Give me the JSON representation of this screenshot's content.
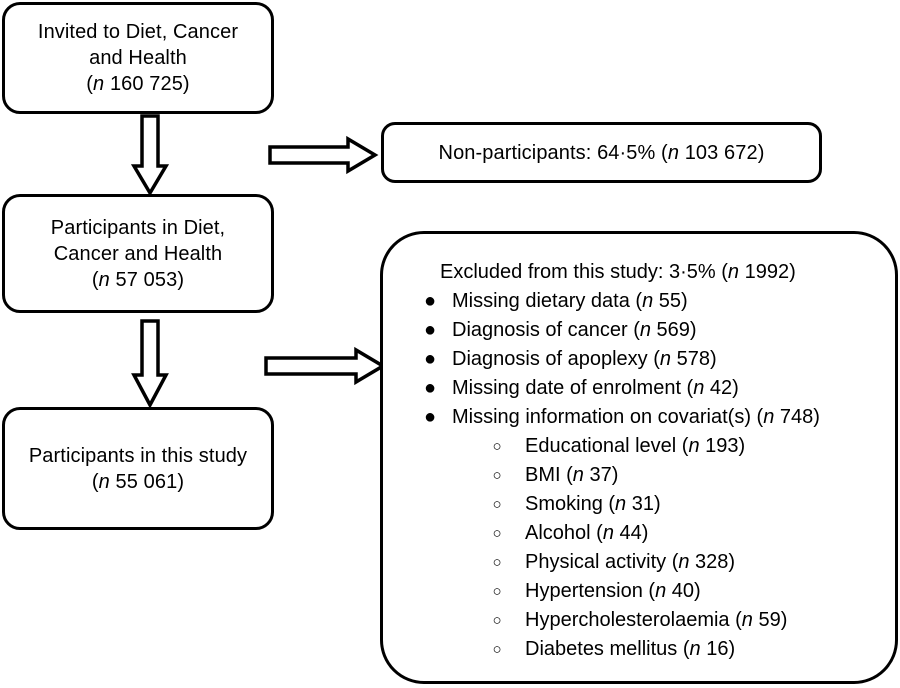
{
  "diagram": {
    "title": "Participant flow diagram: Diet, Cancer and Health cohort",
    "type": "flowchart",
    "stroke_color": "#000000",
    "background_color": "#ffffff"
  },
  "nodes": {
    "invited": {
      "label": "Invited to Diet, Cancer\nand Health\n(n 160 725)",
      "line1": "Invited to Diet, Cancer",
      "line2": "and Health",
      "count_prefix": "(",
      "count_symbol": "n",
      "count_value": " 160 725)"
    },
    "participants_dch": {
      "label": "Participants in Diet,\nCancer and Health\n(n 57 053)",
      "line1": "Participants in Diet,",
      "line2": "Cancer and Health",
      "count_prefix": "(",
      "count_symbol": "n",
      "count_value": " 57 053)"
    },
    "participants_study": {
      "label": "Participants in this study\n(n 55 061)",
      "line1": "Participants in this study",
      "count_prefix": "(",
      "count_symbol": "n",
      "count_value": " 55 061)"
    },
    "nonparticipants": {
      "label": "Non-participants: 64·5% (n 103 672)",
      "prefix": "Non-participants: 64·5% (",
      "count_symbol": "n",
      "count_value": " 103 672)",
      "percent": "64·5%",
      "n": "103 672"
    },
    "excluded": {
      "header_prefix": "Excluded from this study: 3·5% (",
      "header_symbol": "n",
      "header_value": " 1992)",
      "header_full": "Excluded from this study: 3·5% (n 1992)",
      "percent": "3·5%",
      "n": "1992",
      "bullet_glyph": "●",
      "sub_bullet_glyph": "○",
      "items": [
        {
          "prefix": "Missing dietary data (",
          "symbol": "n",
          "value": " 55)",
          "n": "55",
          "full": "Missing dietary data (n 55)"
        },
        {
          "prefix": "Diagnosis of cancer (",
          "symbol": "n",
          "value": " 569)",
          "n": "569",
          "full": "Diagnosis of cancer (n 569)"
        },
        {
          "prefix": "Diagnosis of apoplexy (",
          "symbol": "n",
          "value": " 578)",
          "n": "578",
          "full": "Diagnosis of apoplexy (n 578)"
        },
        {
          "prefix": "Missing date of enrolment (",
          "symbol": "n",
          "value": " 42)",
          "n": "42",
          "full": "Missing date of enrolment (n 42)"
        },
        {
          "prefix": "Missing information on covariat(s) (",
          "symbol": "n",
          "value": " 748)",
          "n": "748",
          "full": "Missing information on covariat(s) (n 748)"
        }
      ],
      "sub_items": [
        {
          "prefix": "Educational level (",
          "symbol": "n",
          "value": " 193)",
          "n": "193",
          "full": "Educational level (n 193)"
        },
        {
          "prefix": "BMI (",
          "symbol": "n",
          "value": " 37)",
          "n": "37",
          "full": "BMI (n 37)"
        },
        {
          "prefix": "Smoking (",
          "symbol": "n",
          "value": " 31)",
          "n": "31",
          "full": "Smoking (n 31)"
        },
        {
          "prefix": "Alcohol (",
          "symbol": "n",
          "value": " 44)",
          "n": "44",
          "full": "Alcohol (n 44)"
        },
        {
          "prefix": "Physical activity (",
          "symbol": "n",
          "value": " 328)",
          "n": "328",
          "full": "Physical activity (n 328)"
        },
        {
          "prefix": "Hypertension (",
          "symbol": "n",
          "value": " 40)",
          "n": "40",
          "full": "Hypertension (n 40)"
        },
        {
          "prefix": "Hypercholesterolaemia (",
          "symbol": "n",
          "value": " 59)",
          "n": "59",
          "full": "Hypercholesterolaemia (n 59)"
        },
        {
          "prefix": "Diabetes mellitus (",
          "symbol": "n",
          "value": " 16)",
          "n": "16",
          "full": "Diabetes mellitus (n 16)"
        }
      ]
    }
  },
  "arrows": [
    {
      "name": "invited-to-participants",
      "direction": "down",
      "style": "hollow-block-arrow"
    },
    {
      "name": "invited-to-nonparticipants",
      "direction": "right",
      "style": "hollow-block-arrow"
    },
    {
      "name": "participants-to-study",
      "direction": "down",
      "style": "hollow-block-arrow"
    },
    {
      "name": "participants-to-excluded",
      "direction": "right",
      "style": "hollow-block-arrow"
    }
  ]
}
